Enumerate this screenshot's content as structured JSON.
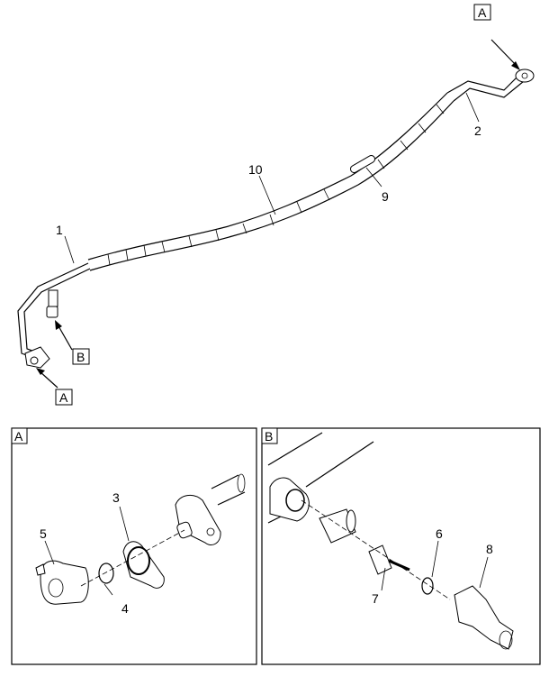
{
  "main_view": {
    "callouts": {
      "item1": "1",
      "item2": "2",
      "item9": "9",
      "item10": "10"
    },
    "view_refs": {
      "a_top": "A",
      "b": "B",
      "a_bottom": "A"
    }
  },
  "detail_a": {
    "title": "A",
    "callouts": {
      "item3": "3",
      "item4": "4",
      "item5": "5"
    }
  },
  "detail_b": {
    "title": "B",
    "callouts": {
      "item6": "6",
      "item7": "7",
      "item8": "8"
    }
  }
}
